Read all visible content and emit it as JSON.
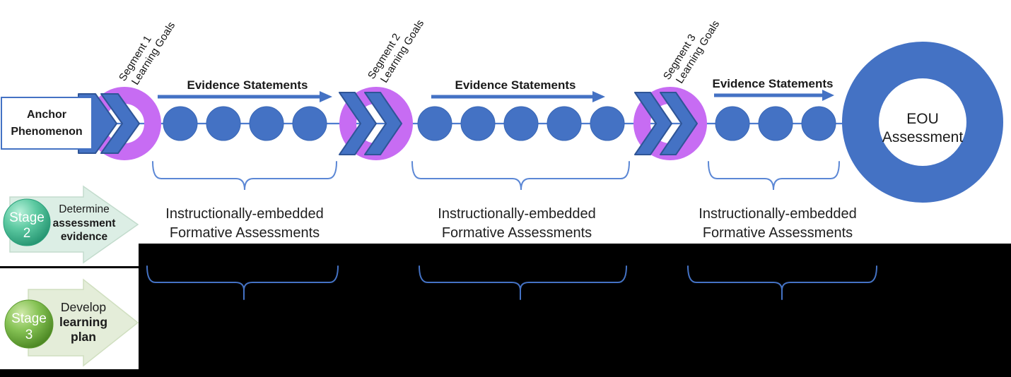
{
  "anchor": {
    "line1": "Anchor",
    "line2": "Phenomenon"
  },
  "segments": [
    {
      "name": "Segment 1",
      "goals": "Learning Goals",
      "evidence_label": "Evidence Statements",
      "circles": 4,
      "formative_line1": "Instructionally-embedded",
      "formative_line2": "Formative Assessments"
    },
    {
      "name": "Segment 2",
      "goals": "Learning Goals",
      "evidence_label": "Evidence Statements",
      "circles": 5,
      "formative_line1": "Instructionally-embedded",
      "formative_line2": "Formative Assessments"
    },
    {
      "name": "Segment 3",
      "goals": "Learning Goals",
      "evidence_label": "Evidence Statements",
      "circles": 3,
      "formative_line1": "Instructionally-embedded",
      "formative_line2": "Formative Assessments"
    }
  ],
  "eou": {
    "line1": "EOU",
    "line2": "Assessment"
  },
  "stages": [
    {
      "label": "Stage",
      "number": "2",
      "desc_line1": "Determine",
      "desc_line2": "assessment",
      "desc_line3": "evidence"
    },
    {
      "label": "Stage",
      "number": "3",
      "desc_line1": "Develop",
      "desc_line2": "learning",
      "desc_line3": "plan"
    }
  ],
  "colors": {
    "primary_blue": "#4472C4",
    "dark_blue": "#2F5597",
    "magenta": "#C76CF3",
    "stage2_green": "#3FB58B",
    "stage3_green": "#6FB53C",
    "redacted_black": "#000000"
  }
}
